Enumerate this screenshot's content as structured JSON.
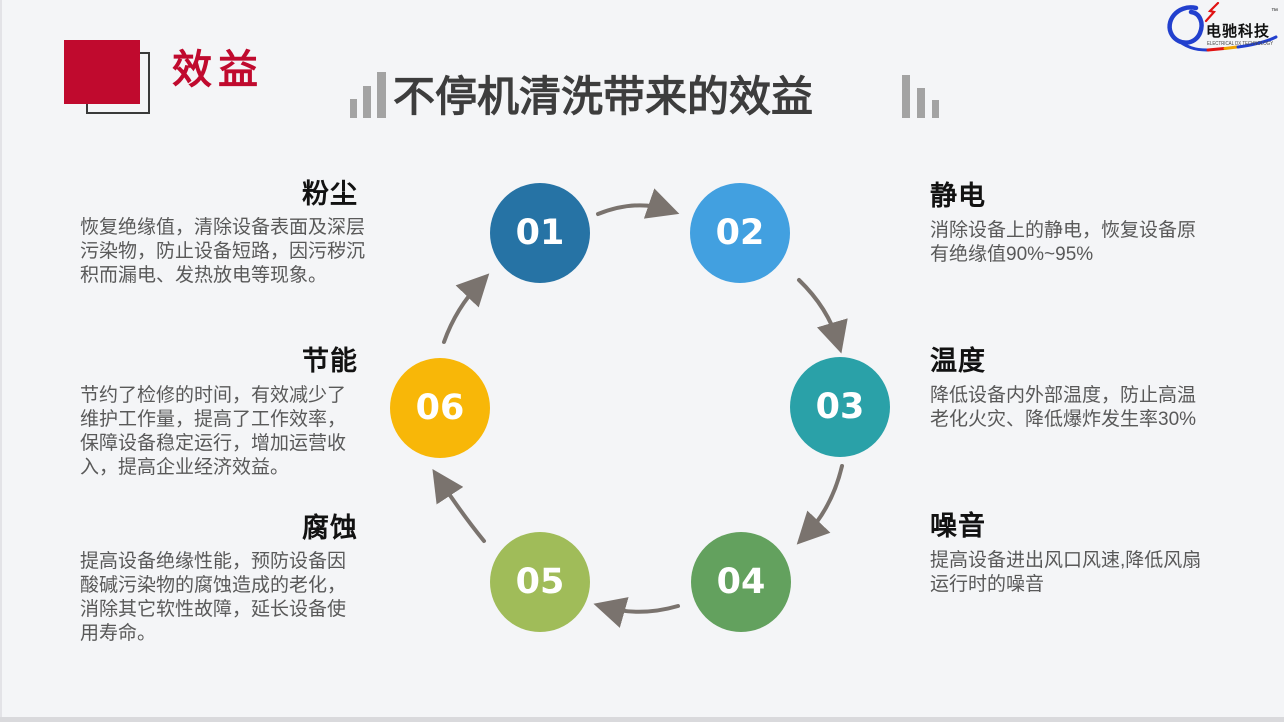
{
  "colors": {
    "accent": "#C00A2E",
    "title": "#3D3D3D",
    "heading": "#121212",
    "body": "#595959",
    "bars": "#A3A3A3",
    "arrow": "#7A736E",
    "logoblue": "#2240CE",
    "logored": "#E01212",
    "logoyellow": "#F0A500"
  },
  "header": {
    "badge_label": "效益",
    "title": "不停机清洗带来的效益"
  },
  "logo": {
    "name": "电驰科技",
    "trademark": "™",
    "subtitle": "ELECTRICAL DX TECHNOLOGY"
  },
  "cycle": {
    "steps": [
      {
        "num": "01",
        "color": "#2673A5"
      },
      {
        "num": "02",
        "color": "#42A0E0"
      },
      {
        "num": "03",
        "color": "#2AA1A8"
      },
      {
        "num": "04",
        "color": "#63A15E"
      },
      {
        "num": "05",
        "color": "#A0BC59"
      },
      {
        "num": "06",
        "color": "#F8B708"
      }
    ]
  },
  "sections": {
    "left": [
      {
        "title": "粉尘",
        "body": "恢复绝缘值，清除设备表面及深层\n污染物，防止设备短路，因污秽沉\n积而漏电、发热放电等现象。"
      },
      {
        "title": "节能",
        "body": "节约了检修的时间，有效减少了\n维护工作量，提高了工作效率，\n保障设备稳定运行，增加运营收\n入，提高企业经济效益。"
      },
      {
        "title": "腐蚀",
        "body": "提高设备绝缘性能，预防设备因\n酸碱污染物的腐蚀造成的老化，\n消除其它软性故障，延长设备使\n用寿命。"
      }
    ],
    "right": [
      {
        "title": "静电",
        "body": "消除设备上的静电，恢复设备原\n有绝缘值90%~95%"
      },
      {
        "title": "温度",
        "body": "降低设备内外部温度，防止高温\n老化火灾、降低爆炸发生率30%"
      },
      {
        "title": "噪音",
        "body": "提高设备进出风口风速,降低风扇\n运行时的噪音"
      }
    ]
  }
}
